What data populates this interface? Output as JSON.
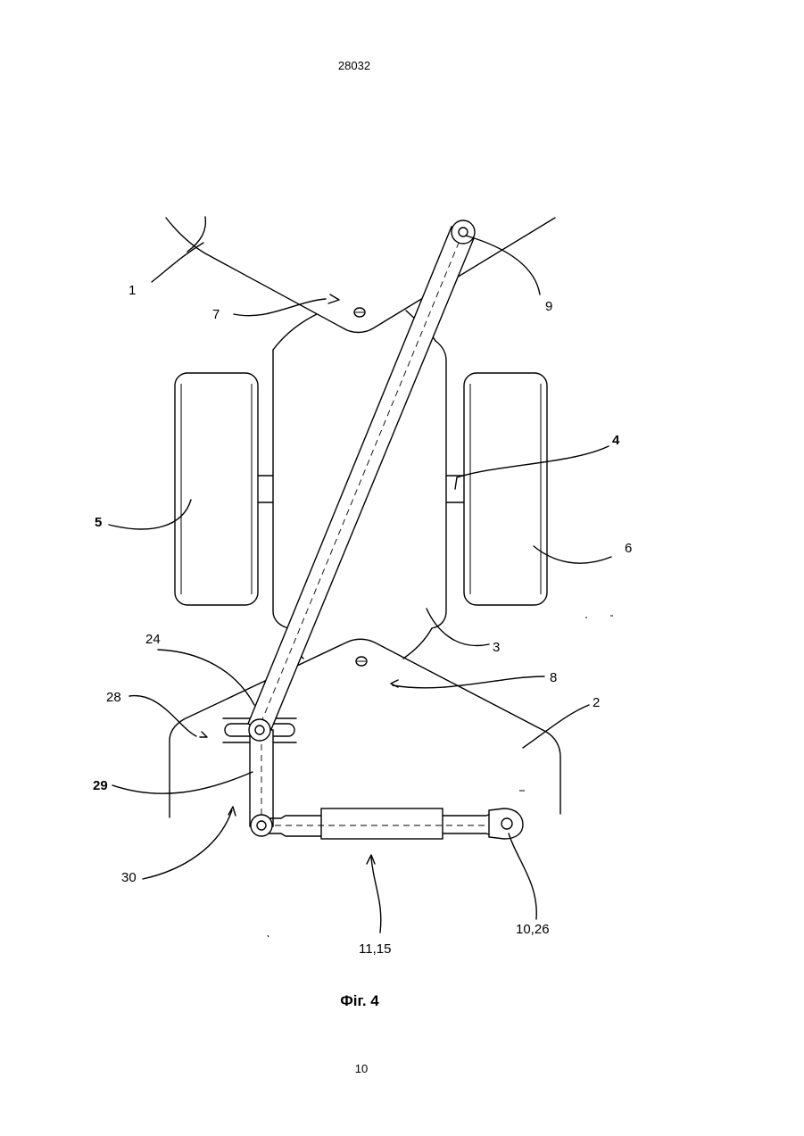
{
  "page": {
    "document_number": "28032",
    "page_number": "10",
    "figure_caption": "Фіг. 4"
  },
  "labels": {
    "l1": "1",
    "l2": "2",
    "l3": "3",
    "l4": "4",
    "l5": "5",
    "l6": "6",
    "l7": "7",
    "l8": "8",
    "l9": "9",
    "l24": "24",
    "l28": "28",
    "l29": "29",
    "l30": "30",
    "l10_26": "10,26",
    "l11_15": "11,15"
  }
}
